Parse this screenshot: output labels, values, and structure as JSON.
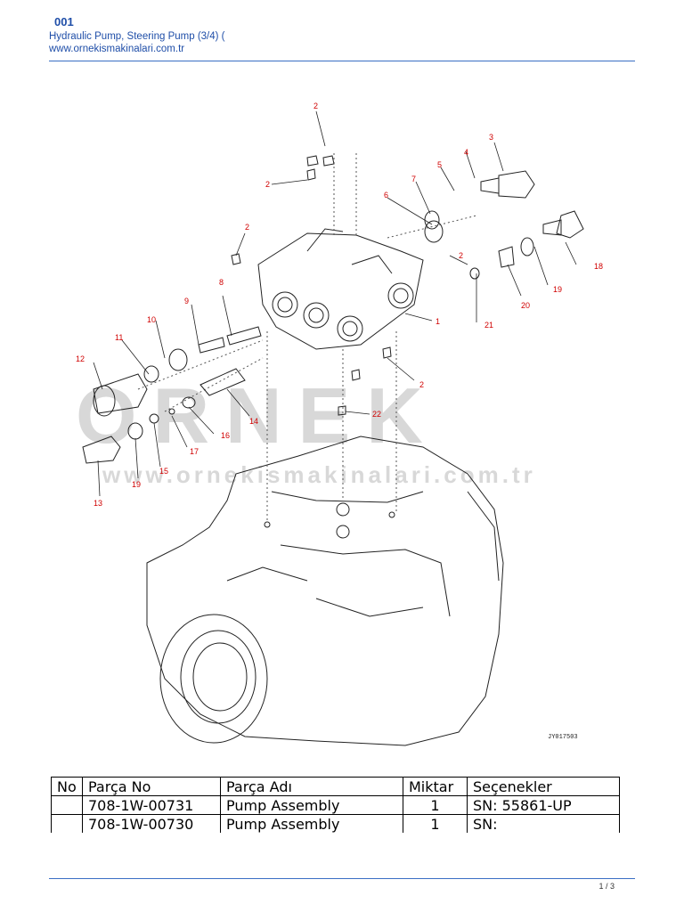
{
  "header": {
    "code": "001",
    "title": "Hydraulic Pump, Steering Pump (3/4) (",
    "website": "www.ornekismakinalari.com.tr"
  },
  "diagram": {
    "callouts": [
      "1",
      "2",
      "3",
      "4",
      "5",
      "6",
      "7",
      "8",
      "9",
      "10",
      "11",
      "12",
      "13",
      "14",
      "15",
      "16",
      "17",
      "18",
      "19",
      "20",
      "21",
      "22"
    ],
    "ref_code": "JY017503",
    "watermark_brand": "ORNEK",
    "watermark_url": "www.ornekismakinalari.com.tr"
  },
  "table": {
    "headers": [
      "No",
      "Parça No",
      "Parça Adı",
      "Miktar",
      "Seçenekler"
    ],
    "rows": [
      {
        "no": "",
        "part_no": "708-1W-00731",
        "name": "Pump Assembly",
        "qty": "1",
        "options": "SN: 55861-UP"
      },
      {
        "no": "",
        "part_no": "708-1W-00730",
        "name": "Pump Assembly",
        "qty": "1",
        "options": "SN:"
      }
    ]
  },
  "footer": {
    "page": "1 / 3"
  }
}
